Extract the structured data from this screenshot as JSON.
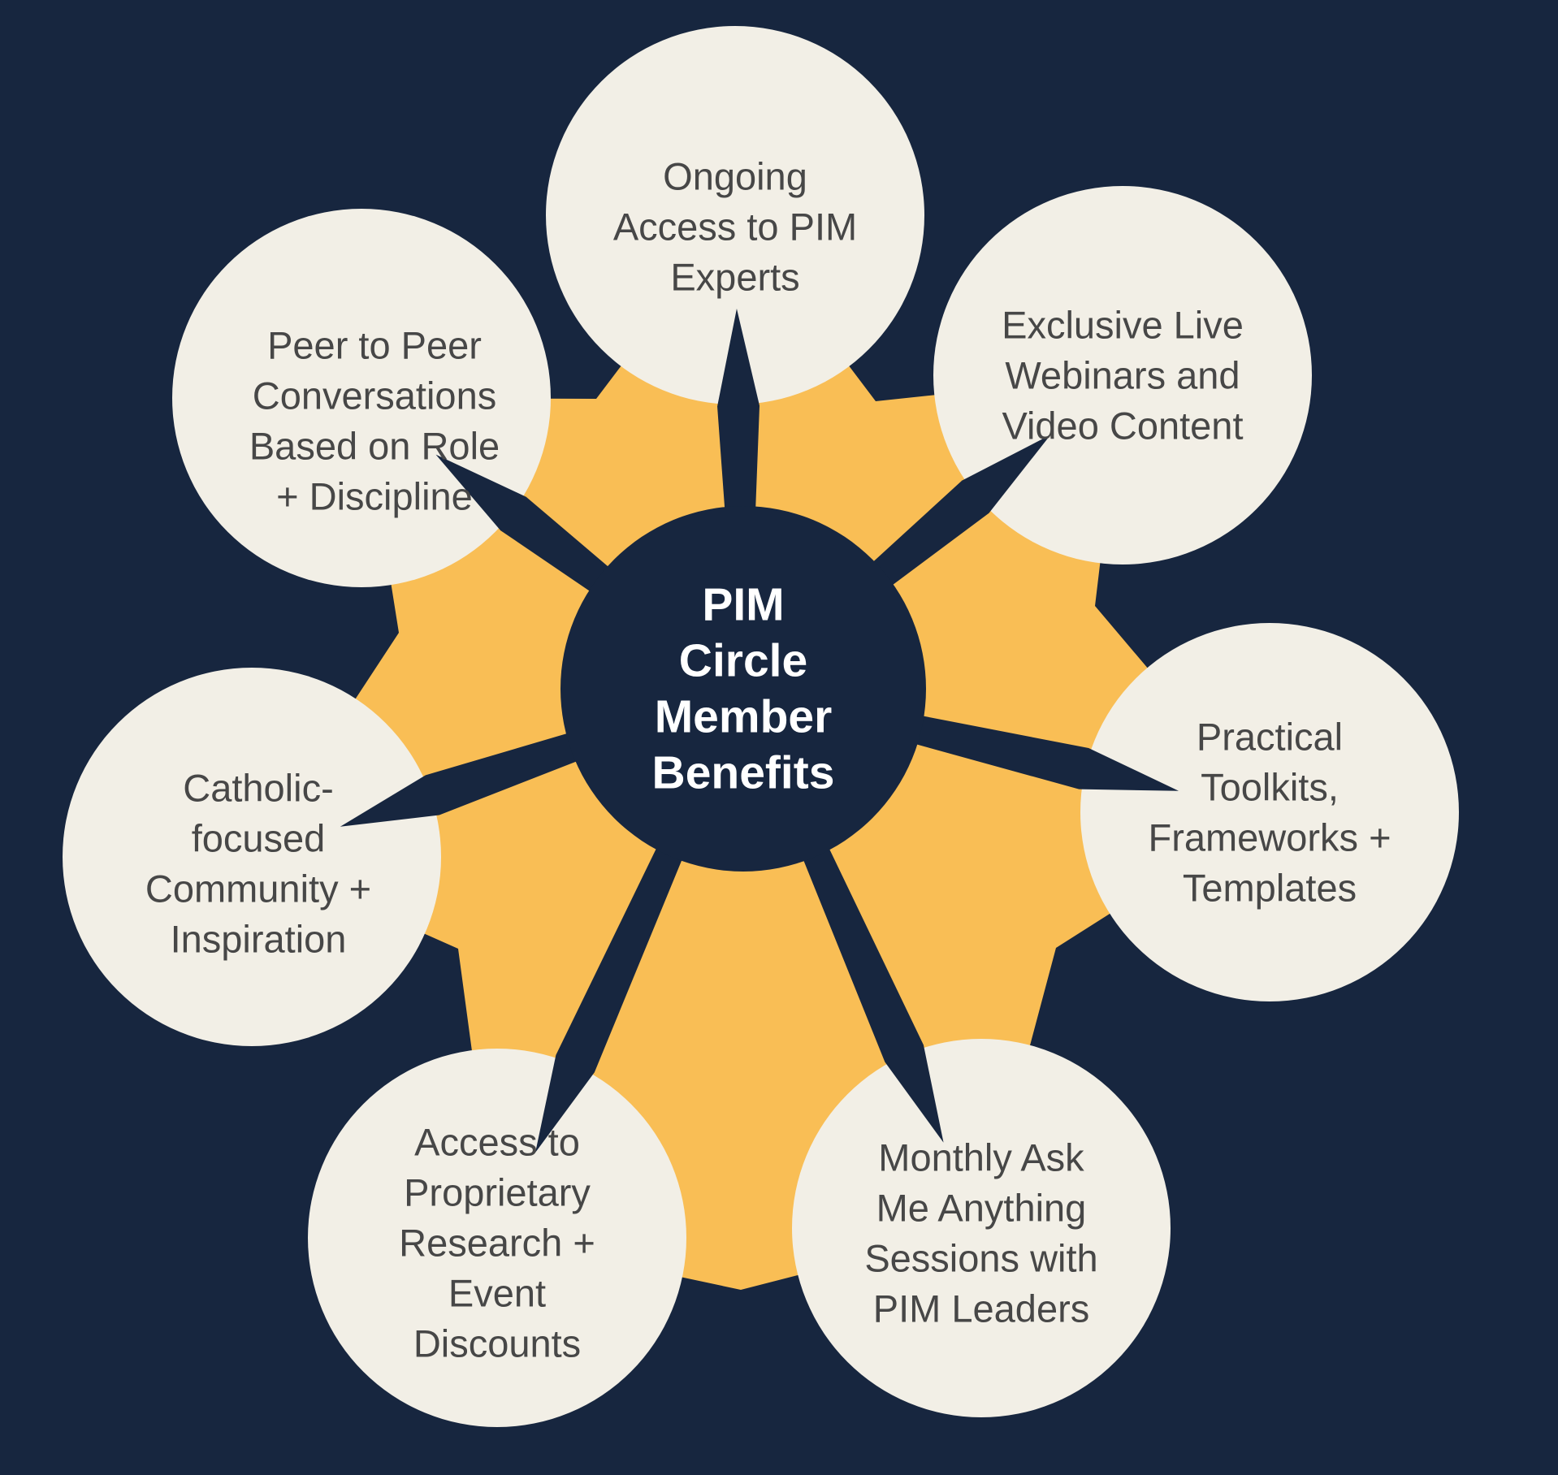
{
  "title": "PIM Circle Member Benefits",
  "center": {
    "lines": [
      "PIM",
      "Circle",
      "Member",
      "Benefits"
    ]
  },
  "benefits": [
    {
      "id": "ongoing-access-to-pim-experts",
      "label": "Ongoing Access to PIM Experts",
      "lines": [
        "Ongoing",
        "Access to PIM",
        "Experts"
      ]
    },
    {
      "id": "exclusive-live-webinars",
      "label": "Exclusive Live Webinars and Video Content",
      "lines": [
        "Exclusive Live",
        "Webinars and",
        "Video Content"
      ]
    },
    {
      "id": "practical-toolkits",
      "label": "Practical Toolkits, Frameworks + Templates",
      "lines": [
        "Practical",
        "Toolkits,",
        "Frameworks +",
        "Templates"
      ]
    },
    {
      "id": "monthly-ask-me-anything",
      "label": "Monthly Ask Me Anything Sessions with PIM Leaders",
      "lines": [
        "Monthly Ask",
        "Me Anything",
        "Sessions with",
        "PIM Leaders"
      ]
    },
    {
      "id": "proprietary-research-discounts",
      "label": "Access to Proprietary Research + Event Discounts",
      "lines": [
        "Access to",
        "Proprietary",
        "Research +",
        "Event",
        "Discounts"
      ]
    },
    {
      "id": "catholic-focused-community",
      "label": "Catholic-focused Community + Inspiration",
      "lines": [
        "Catholic-",
        "focused",
        "Community +",
        "Inspiration"
      ]
    },
    {
      "id": "peer-to-peer-conversations",
      "label": "Peer to Peer Conversations Based on Role + Discipline",
      "lines": [
        "Peer to Peer",
        "Conversations",
        "Based on Role",
        "+ Discipline"
      ]
    }
  ],
  "colors": {
    "background": "#17263F",
    "petal": "#F9BE55",
    "benefit_circle": "#F2EFE6",
    "center_circle": "#17263F",
    "benefit_text": "#474747",
    "center_text": "#FFFFFF"
  }
}
